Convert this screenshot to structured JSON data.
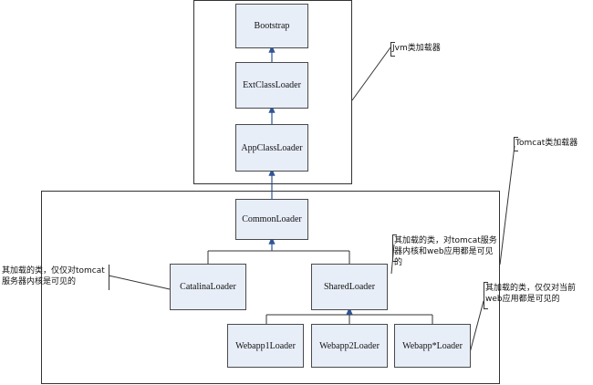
{
  "jvm_group": {
    "nodes": {
      "bootstrap": "Bootstrap",
      "ext": "ExtClassLoader",
      "app": "AppClassLoader"
    },
    "callout": "Jvm类加载器"
  },
  "tomcat_group": {
    "nodes": {
      "common": "CommonLoader",
      "catalina": "CatalinaLoader",
      "shared": "SharedLoader",
      "webapp1": "Webapp1Loader",
      "webapp2": "Webapp2Loader",
      "webappx": "Webapp*Loader"
    },
    "callout": "Tomcat类加载器"
  },
  "annotations": {
    "catalina": "其加载的类，仅仅对tomcat服务器内核是可见的",
    "shared": "其加载的类，对tomcat服务器内核和web应用都是可见的",
    "webapp": "其加载的类，仅仅对当前web应用都是可见的"
  },
  "colors": {
    "node_fill": "#e8eef8",
    "node_border": "#4a4a4a",
    "arrow": "#2f5597",
    "line": "#333333"
  }
}
